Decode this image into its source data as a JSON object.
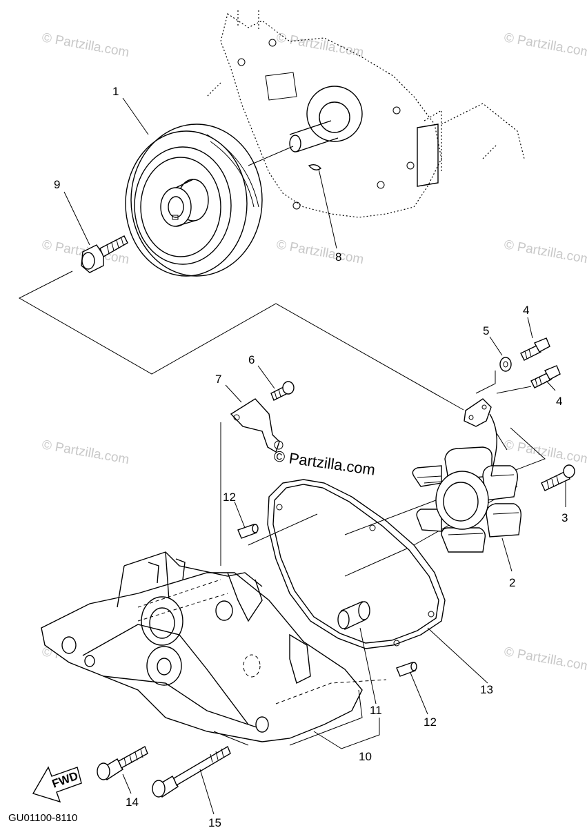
{
  "diagram": {
    "part_code": "GU01100-8110",
    "fwd_label": "FWD",
    "brand_text": "© Partzilla.com",
    "watermark_text": "© Partzilla.com",
    "callouts": [
      "1",
      "2",
      "3",
      "4",
      "4",
      "5",
      "6",
      "7",
      "8",
      "9",
      "10",
      "11",
      "12",
      "12",
      "13",
      "14",
      "15"
    ]
  }
}
